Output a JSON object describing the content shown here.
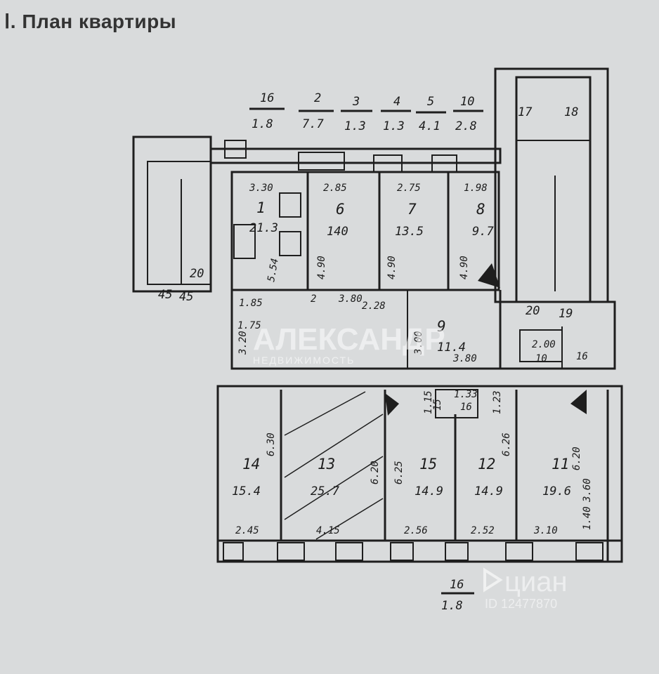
{
  "title": "Ⅰ. План квартиры",
  "top_legend": [
    {
      "top": "16",
      "bottom": "1.8"
    },
    {
      "top": "2",
      "bottom": "7.7"
    },
    {
      "top": "3",
      "bottom": "1.3"
    },
    {
      "top": "4",
      "bottom": "1.3"
    },
    {
      "top": "5",
      "bottom": "4.1"
    },
    {
      "top": "10",
      "bottom": "2.8"
    }
  ],
  "stair_labels": {
    "r17": "17",
    "r18": "18",
    "left_a": "45",
    "left_b": "45",
    "left_c": "20",
    "right_a": "20",
    "right_b": "19"
  },
  "rooms": [
    {
      "id": "r1",
      "number": "1",
      "area": "21.3",
      "width": "3.30",
      "length": "5.54"
    },
    {
      "id": "r6",
      "number": "6",
      "area": "140",
      "width": "2.85",
      "length": "4.90"
    },
    {
      "id": "r7",
      "number": "7",
      "area": "13.5",
      "width": "2.75",
      "length": "4.90"
    },
    {
      "id": "r8",
      "number": "8",
      "area": "9.7",
      "width": "1.98",
      "length": "4.90"
    },
    {
      "id": "r9",
      "number": "9",
      "area": "11.4",
      "width": "3.80",
      "length": "3.00"
    },
    {
      "id": "r14",
      "number": "14",
      "area": "15.4",
      "width": "2.45",
      "length": "6.30"
    },
    {
      "id": "r13",
      "number": "13",
      "area": "25.7",
      "width": "4.15",
      "length": "6.20"
    },
    {
      "id": "r15",
      "number": "15",
      "area": "14.9",
      "width": "2.56",
      "length": "6.25"
    },
    {
      "id": "r12",
      "number": "12",
      "area": "14.9",
      "width": "2.52",
      "length": "6.26"
    },
    {
      "id": "r11",
      "number": "11",
      "area": "19.6",
      "width": "3.10",
      "length": "6.20"
    }
  ],
  "corridor": {
    "a": "1.85",
    "b": "2",
    "c": "3.80",
    "d": "2.28",
    "e": "3.20",
    "f": "1.75",
    "g": "3.80"
  },
  "small_rooms": {
    "n10": "10",
    "n10_dim": "2.00",
    "n16": "16",
    "n16_dim": "1.33",
    "n15": "15",
    "d115": "1.15",
    "d123": "1.23"
  },
  "right_dims": {
    "d140": "1.40",
    "d360": "3.60"
  },
  "bottom_legend": {
    "top": "16",
    "bottom": "1.8"
  },
  "watermarks": {
    "agency": "АЛЕКСАНДР",
    "agency_sub": "НЕДВИЖИМОСТЬ",
    "cian": "циан",
    "cian_id": "ID 12477870"
  }
}
